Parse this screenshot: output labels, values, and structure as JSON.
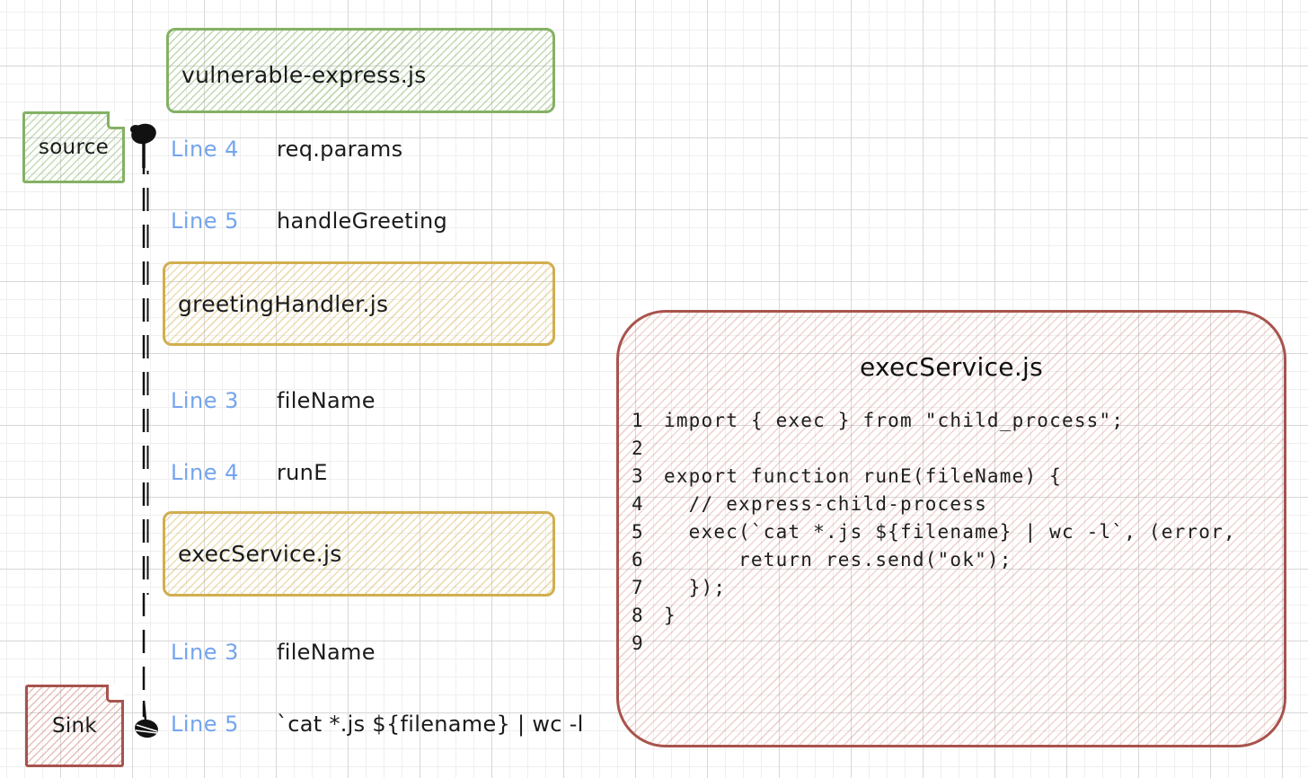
{
  "style": {
    "grid_minor_color": "#efefef",
    "grid_major_color": "#d7d7d7",
    "green_accent": "#84b164",
    "yellow_accent": "#d1ae4f",
    "red_accent": "#a8534d",
    "blue_label_color": "#74a4ee",
    "ink_color": "#1b1b1b"
  },
  "diagram": {
    "file_boxes": [
      {
        "label": "vulnerable-express.js",
        "color": "green"
      },
      {
        "label": "greetingHandler.js",
        "color": "yellow"
      },
      {
        "label": "execService.js",
        "color": "yellow"
      }
    ],
    "stickies": [
      {
        "label": "source",
        "color": "green"
      },
      {
        "label": "Sink",
        "color": "red"
      }
    ],
    "flow_steps": [
      {
        "line": "Line 4",
        "value": "req.params"
      },
      {
        "line": "Line 5",
        "value": "handleGreeting"
      },
      {
        "line": "Line 3",
        "value": "fileName"
      },
      {
        "line": "Line 4",
        "value": "runE"
      },
      {
        "line": "Line 3",
        "value": "fileName"
      },
      {
        "line": "Line 5",
        "value": "`cat *.js ${filename} | wc -l"
      }
    ]
  },
  "code_panel": {
    "title": "execService.js",
    "lines": [
      {
        "num": "1",
        "code": "import { exec } from \"child_process\";"
      },
      {
        "num": "2",
        "code": ""
      },
      {
        "num": "3",
        "code": "export function runE(fileName) {"
      },
      {
        "num": "4",
        "code": "  // express-child-process"
      },
      {
        "num": "5",
        "code": "  exec(`cat *.js ${filename} | wc -l`, (error,"
      },
      {
        "num": "6",
        "code": "      return res.send(\"ok\");"
      },
      {
        "num": "7",
        "code": "  });"
      },
      {
        "num": "8",
        "code": "}"
      },
      {
        "num": "9",
        "code": ""
      }
    ]
  }
}
